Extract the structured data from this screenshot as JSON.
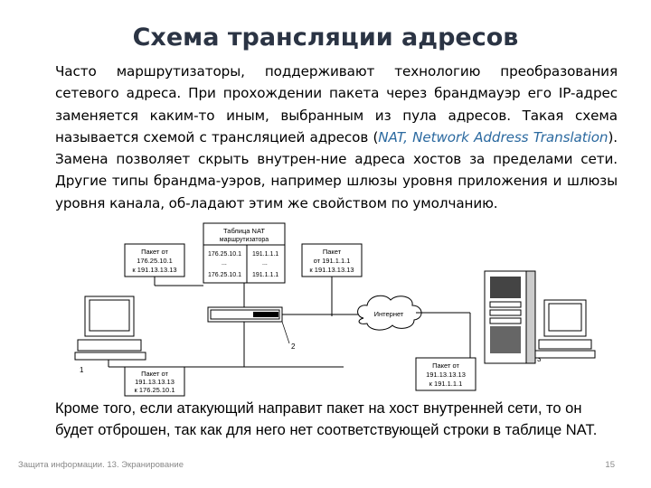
{
  "slide": {
    "title": "Схема трансляции адресов",
    "paragraph_part1": "Часто маршрутизаторы, поддерживают технологию преобразования сетевого адреса. При прохождении пакета через брандмауэр его IP-адрес заменяется каким-то иным, выбранным из пула адресов. Такая схема называется схемой с трансляцией адресов (",
    "paragraph_highlight": "NAT, Network Address Translation",
    "paragraph_part2": "). Замена позволяет скрыть внутрен-ние адреса хостов за пределами сети. Другие типы брандма-уэров, например шлюзы уровня приложения и шлюзы уровня канала, об-ладают этим же свойством по умолчанию.",
    "note": "Кроме того, если атакующий направит пакет на хост внутренней сети, то он будет отброшен, так как для него нет соответствующей строки в таблице NAT.",
    "footer_left": "Защита информации. 13. Экранирование",
    "page_number": "15"
  },
  "diagram": {
    "nat_table_title_1": "Таблица NAT",
    "nat_table_title_2": "маршрутизатора",
    "nat_rows": [
      {
        "left": "176.25.10.1",
        "right": "191.1.1.1"
      },
      {
        "left": "...",
        "right": "..."
      },
      {
        "left": "176.25.10.1",
        "right": "191.1.1.1"
      }
    ],
    "packet_top_left": {
      "line1": "Пакет от",
      "line2": "176.25.10.1",
      "line3": "к 191.13.13.13"
    },
    "packet_top_right": {
      "line1": "Пакет",
      "line2": "от 191.1.1.1",
      "line3": "к 191.13.13.13"
    },
    "packet_bottom_left": {
      "line1": "Пакет от",
      "line2": "191.13.13.13",
      "line3": "к 176.25.10.1"
    },
    "packet_bottom_right": {
      "line1": "Пакет от",
      "line2": "191.13.13.13",
      "line3": "к 191.1.1.1"
    },
    "internet_label": "Интернет",
    "label_1": "1",
    "label_2": "2",
    "label_3": "3"
  }
}
